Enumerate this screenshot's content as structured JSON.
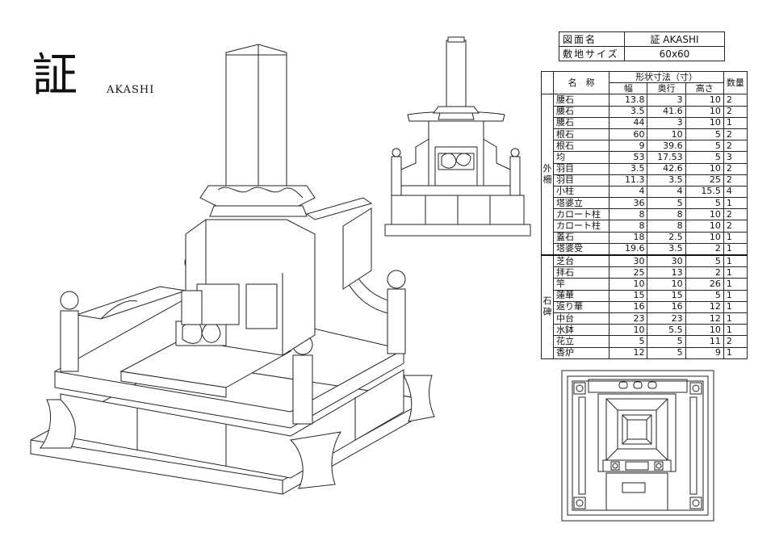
{
  "title": {
    "kanji": "証",
    "latin": "AKASHI"
  },
  "header": {
    "drawing_name_label": "図面名",
    "drawing_name_value": "証  AKASHI",
    "site_size_label": "敷地サイズ",
    "site_size_value": "60x60"
  },
  "spec_table": {
    "dimension_group_header": "形状寸法（寸）",
    "name_header": "名　称",
    "width_header": "幅",
    "depth_header": "奥行",
    "height_header": "高さ",
    "qty_header": "数量",
    "groups": [
      {
        "label": "外柵",
        "rows": [
          {
            "name": "腰石",
            "width": "13.8",
            "depth": "3",
            "height": "10",
            "qty": "2"
          },
          {
            "name": "腰石",
            "width": "3.5",
            "depth": "41.6",
            "height": "10",
            "qty": "2"
          },
          {
            "name": "腰石",
            "width": "44",
            "depth": "3",
            "height": "10",
            "qty": "1"
          },
          {
            "name": "根石",
            "width": "60",
            "depth": "10",
            "height": "5",
            "qty": "2"
          },
          {
            "name": "根石",
            "width": "9",
            "depth": "39.6",
            "height": "5",
            "qty": "2"
          },
          {
            "name": "均",
            "width": "53",
            "depth": "17.53",
            "height": "5",
            "qty": "3"
          },
          {
            "name": "羽目",
            "width": "3.5",
            "depth": "42.6",
            "height": "10",
            "qty": "2"
          },
          {
            "name": "羽目",
            "width": "11.3",
            "depth": "3.5",
            "height": "25",
            "qty": "2"
          },
          {
            "name": "小柱",
            "width": "4",
            "depth": "4",
            "height": "15.5",
            "qty": "4"
          },
          {
            "name": "塔婆立",
            "width": "36",
            "depth": "5",
            "height": "5",
            "qty": "1"
          },
          {
            "name": "カロート柱",
            "width": "8",
            "depth": "8",
            "height": "10",
            "qty": "2"
          },
          {
            "name": "カロート柱",
            "width": "8",
            "depth": "8",
            "height": "10",
            "qty": "2"
          },
          {
            "name": "蓋石",
            "width": "18",
            "depth": "2.5",
            "height": "10",
            "qty": "1"
          },
          {
            "name": "塔婆受",
            "width": "19.6",
            "depth": "3.5",
            "height": "2",
            "qty": "1"
          }
        ]
      },
      {
        "label": "石碑",
        "rows": [
          {
            "name": "芝台",
            "width": "30",
            "depth": "30",
            "height": "5",
            "qty": "1"
          },
          {
            "name": "拝石",
            "width": "25",
            "depth": "13",
            "height": "2",
            "qty": "1"
          },
          {
            "name": "竿",
            "width": "10",
            "depth": "10",
            "height": "26",
            "qty": "1"
          },
          {
            "name": "蓮華",
            "width": "15",
            "depth": "15",
            "height": "5",
            "qty": "1"
          },
          {
            "name": "返り華",
            "width": "16",
            "depth": "16",
            "height": "12",
            "qty": "1"
          },
          {
            "name": "中台",
            "width": "23",
            "depth": "23",
            "height": "12",
            "qty": "1"
          },
          {
            "name": "水鉢",
            "width": "10",
            "depth": "5.5",
            "height": "10",
            "qty": "1"
          },
          {
            "name": "花立",
            "width": "5",
            "depth": "5",
            "height": "11",
            "qty": "2"
          },
          {
            "name": "香炉",
            "width": "12",
            "depth": "5",
            "height": "9",
            "qty": "1"
          }
        ]
      }
    ]
  }
}
